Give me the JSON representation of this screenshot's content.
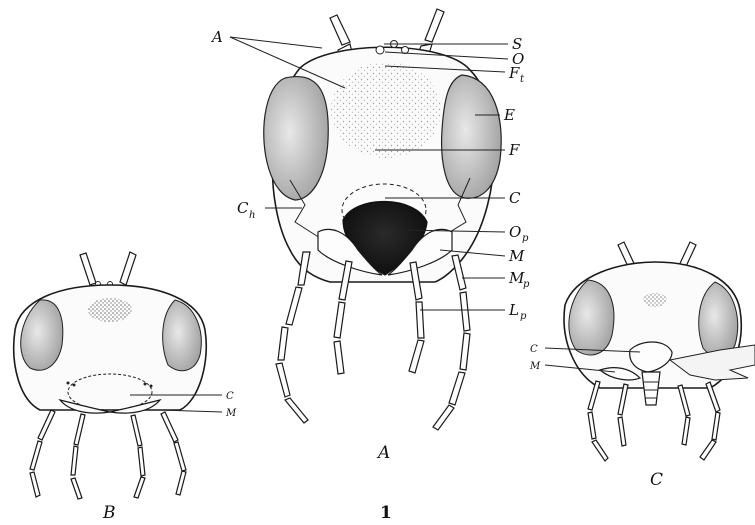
{
  "figure_number": "1",
  "views": {
    "A": {
      "caption": "A",
      "labels": {
        "antenna": "A",
        "s": "S",
        "o": "O",
        "ft": "F",
        "ft_sub": "t",
        "e": "E",
        "f": "F",
        "c": "C",
        "ch": "C",
        "ch_sub": "h",
        "op": "O",
        "op_sub": "p",
        "m": "M",
        "mp": "M",
        "mp_sub": "p",
        "lp": "L",
        "lp_sub": "p"
      }
    },
    "B": {
      "caption": "B",
      "labels": {
        "c": "C",
        "m": "M"
      }
    },
    "C": {
      "caption": "C",
      "labels": {
        "c": "C",
        "m": "M"
      }
    }
  }
}
